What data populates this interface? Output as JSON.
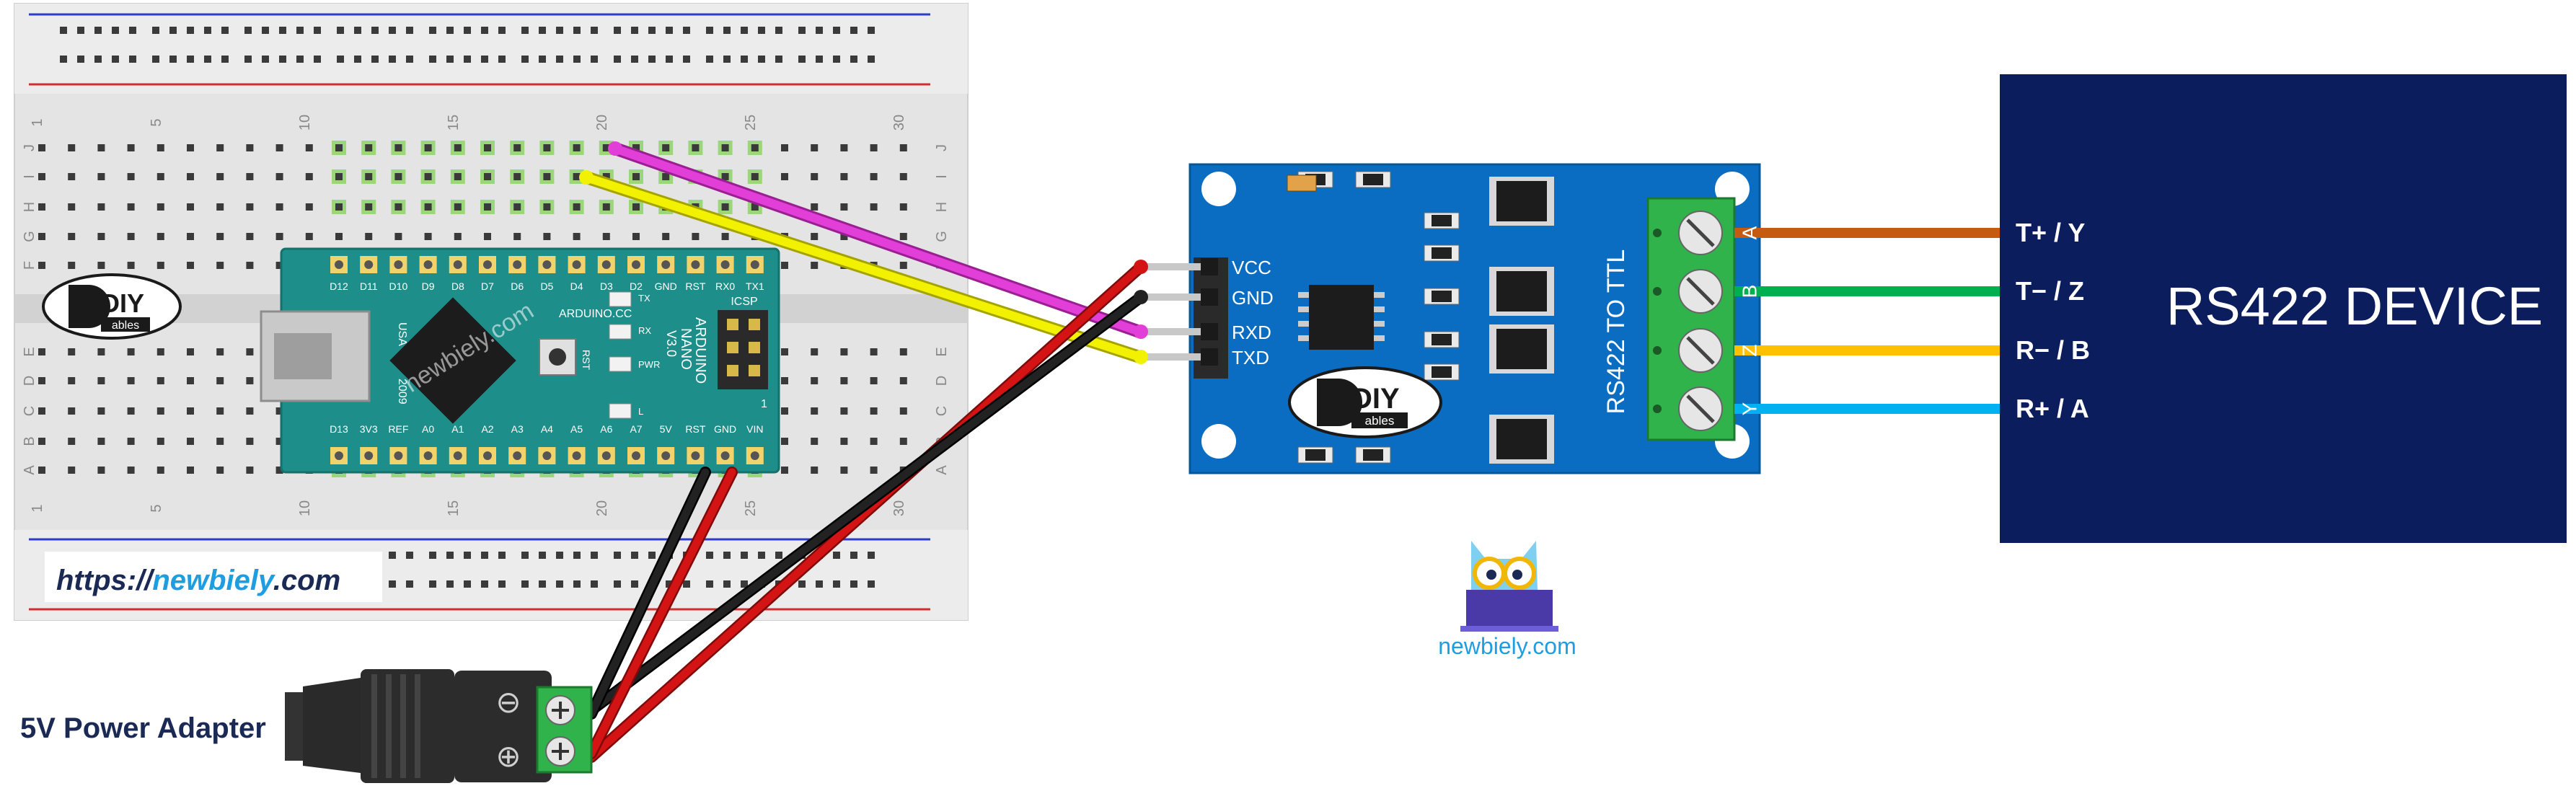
{
  "breadboard": {
    "column_numbers": [
      "1",
      "5",
      "10",
      "15",
      "20",
      "25",
      "30"
    ],
    "row_letters_top": [
      "J",
      "I",
      "H",
      "G",
      "F"
    ],
    "row_letters_bottom": [
      "E",
      "D",
      "C",
      "B",
      "A"
    ]
  },
  "website": {
    "prefix": "https://",
    "name": "newbiely",
    "suffix": ".com"
  },
  "diy_logo": {
    "main": "DIY",
    "sub": "ables"
  },
  "arduino": {
    "top_pins": [
      "D12",
      "D11",
      "D10",
      "D9",
      "D8",
      "D7",
      "D6",
      "D5",
      "D4",
      "D3",
      "D2",
      "GND",
      "RST",
      "RX0",
      "TX1"
    ],
    "bottom_pins": [
      "D13",
      "3V3",
      "REF",
      "A0",
      "A1",
      "A2",
      "A3",
      "A4",
      "A5",
      "A6",
      "A7",
      "5V",
      "RST",
      "GND",
      "VIN"
    ],
    "brand": "ARDUINO.CC",
    "model": "ARDUINO",
    "model2": "NANO",
    "version": "V3.0",
    "usa": "USA",
    "year": "2009",
    "icsp": "ICSP",
    "led_labels": [
      "TX",
      "RX",
      "PWR",
      "L"
    ],
    "rst_label": "RST",
    "watermark": "newbiely.com",
    "one_label": "1"
  },
  "module": {
    "pins": [
      "VCC",
      "GND",
      "RXD",
      "TXD"
    ],
    "title": "RS422 TO TTL",
    "terminals": [
      "A",
      "B",
      "Z",
      "Y"
    ]
  },
  "device": {
    "title": "RS422 DEVICE",
    "wire_labels": [
      "T+ / Y",
      "T− / Z",
      "R− / B",
      "R+ / A"
    ]
  },
  "colors": {
    "device_bg": "#0b1d5c",
    "module_bg": "#0a6dc2",
    "arduino_bg": "#1e8e8a",
    "terminal_green": "#2fb34a",
    "wire_magenta": "#e23fd9",
    "wire_yellow": "#f2f100",
    "wire_red": "#d41414",
    "wire_black": "#1a1a1a",
    "wire_brown": "#c55a11",
    "wire_green": "#00b050",
    "wire_orange": "#ffc000",
    "wire_cyan": "#00b0f0"
  },
  "adapter": {
    "label": "5V Power Adapter",
    "minus": "⊖",
    "plus": "⊕"
  },
  "owl_logo": {
    "caption": "newbiely.com"
  }
}
